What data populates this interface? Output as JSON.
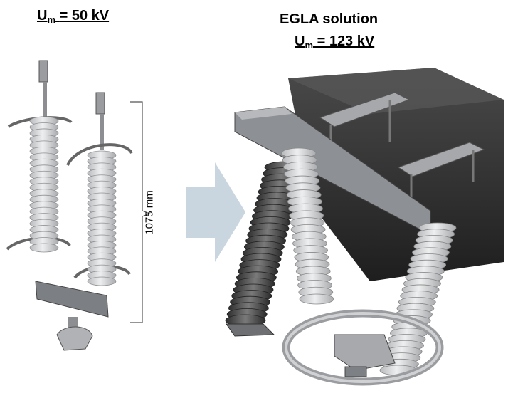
{
  "left_heading": {
    "u": "U",
    "sub": "m",
    "rest": "= 50 kV"
  },
  "right_heading": {
    "line1": "EGLA solution",
    "u": "U",
    "sub": "m",
    "rest": "= 123 kV"
  },
  "dimension_label": "1075 mm",
  "colors": {
    "insulator_light": "#d7d8da",
    "insulator_dark": "#5a5a5a",
    "hardware": "#8a8d91",
    "beam": "#3a3a3a",
    "arrow": "#c9d6e0",
    "bracket": "#9a9c9e"
  }
}
